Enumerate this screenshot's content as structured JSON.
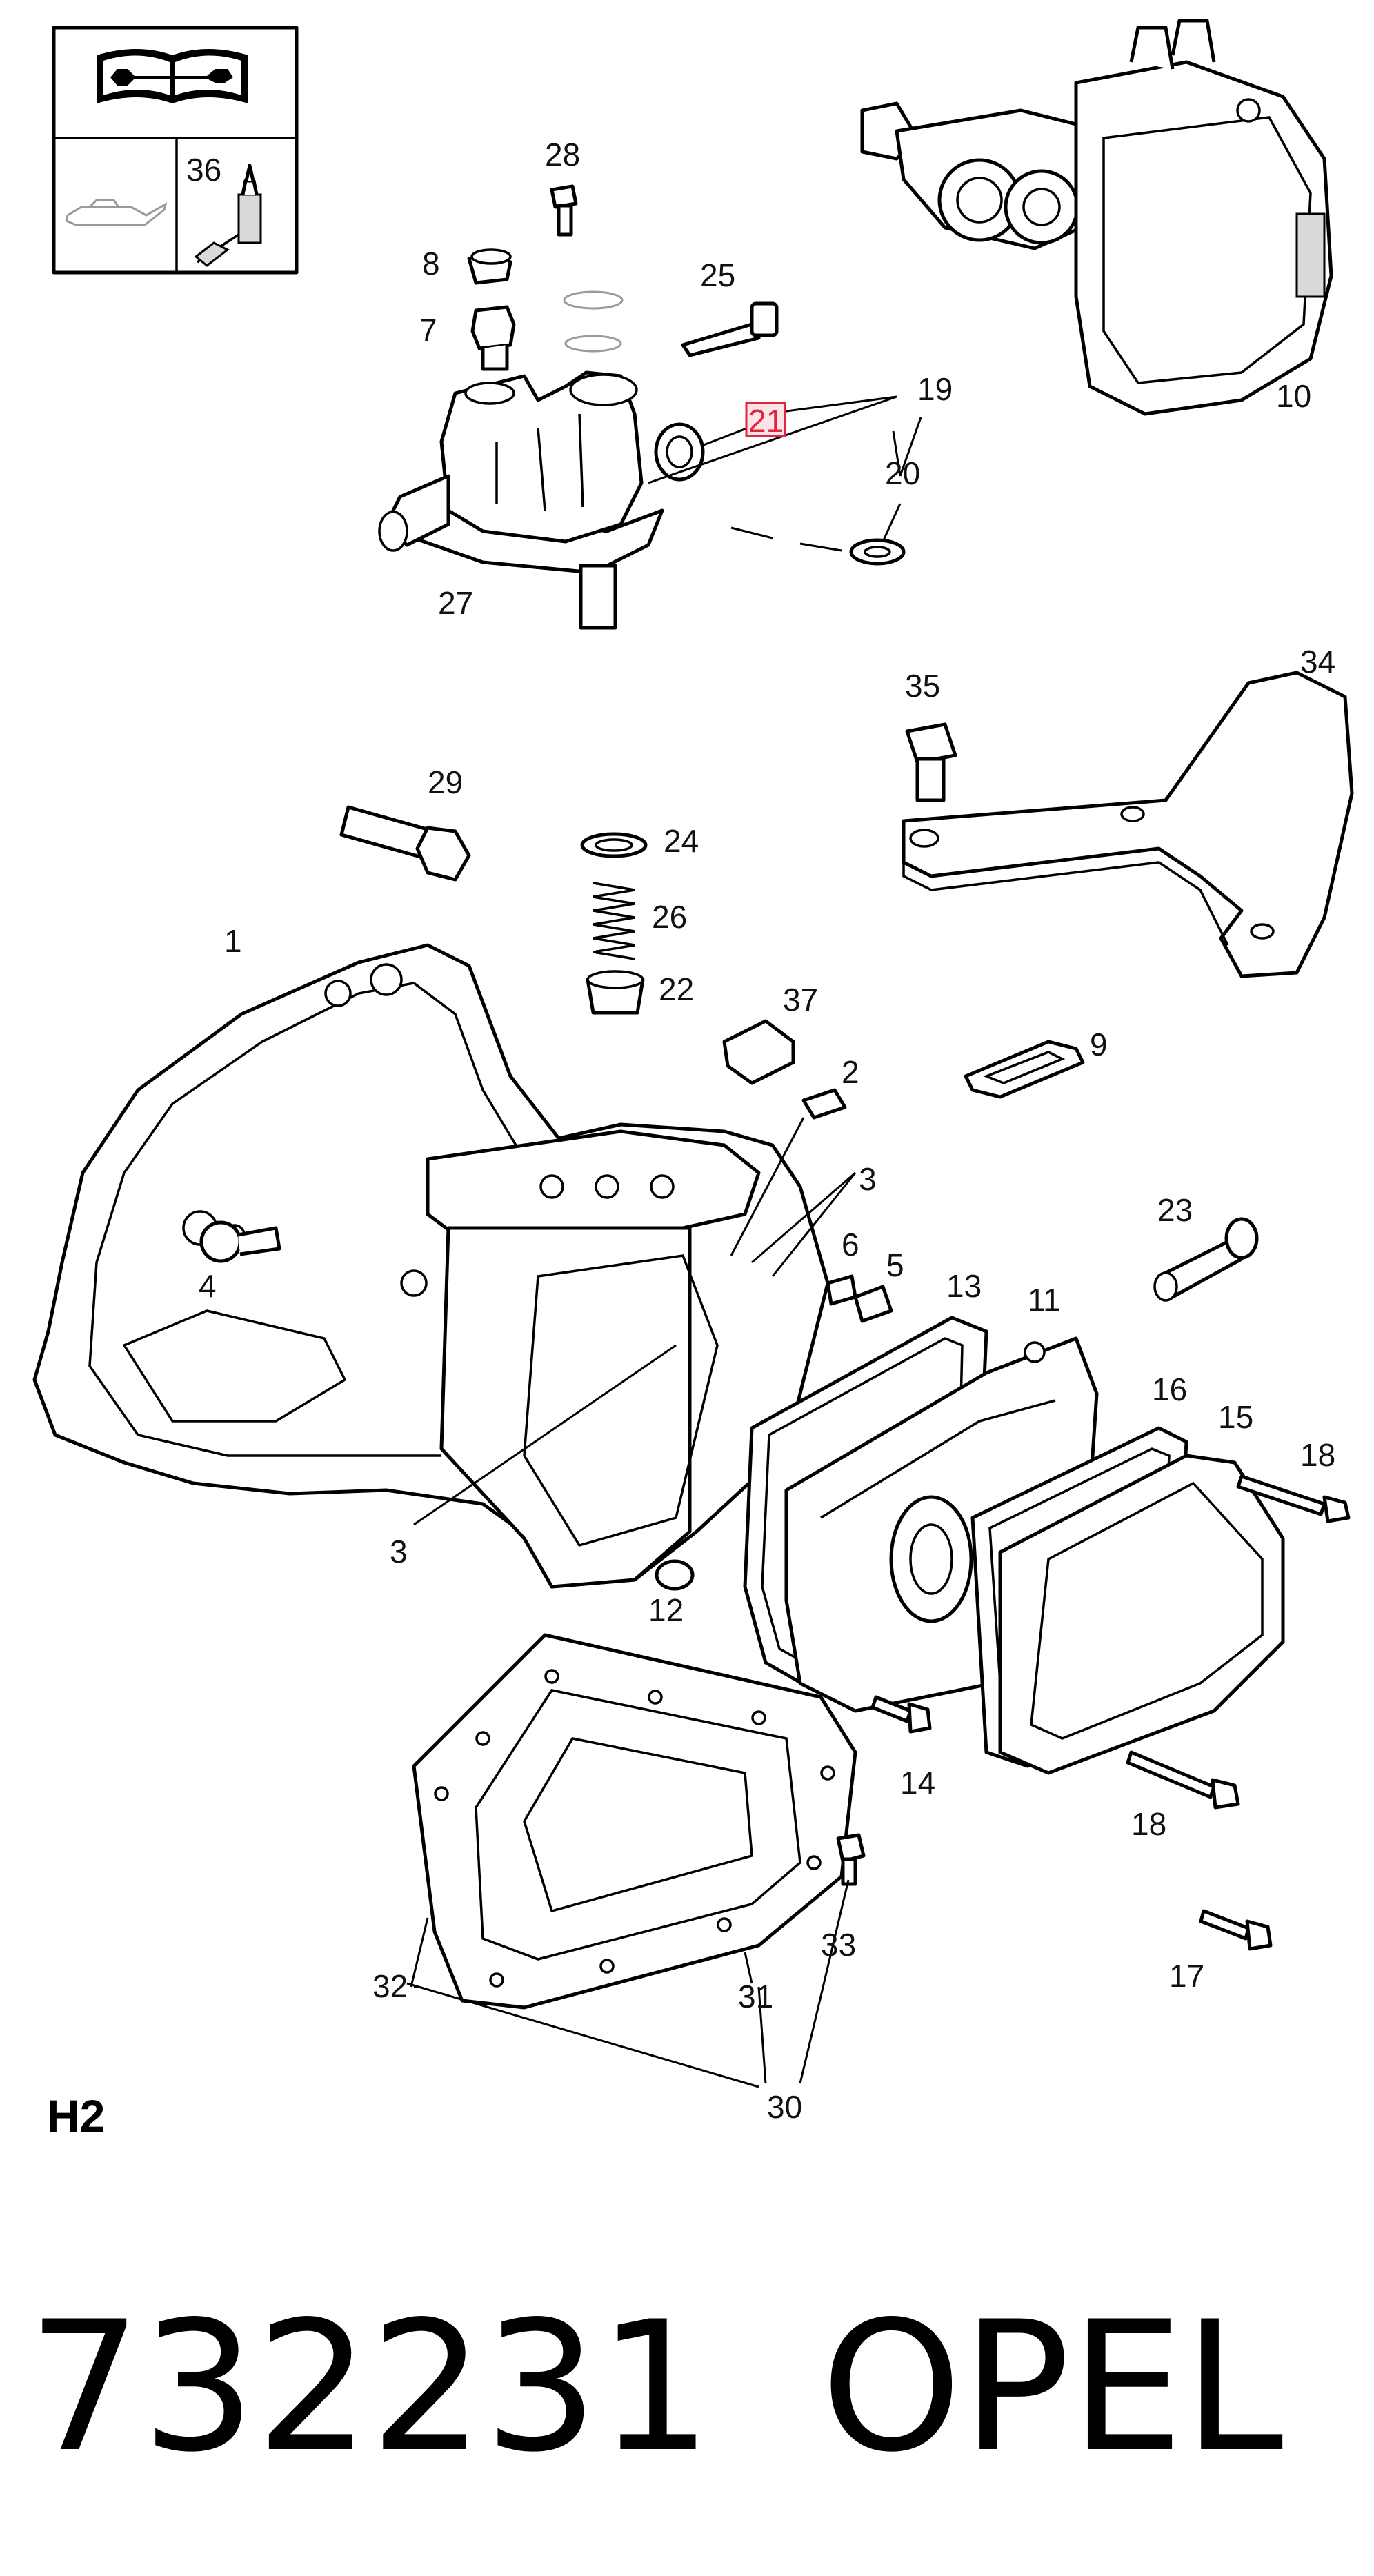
{
  "diagram": {
    "section_code": "H2",
    "part_number": "732231",
    "brand": "OPEL",
    "highlight_color": "#e0263c",
    "legend_icons": [
      "manual-book-wrench-icon",
      "oil-can-icon",
      "sealant-tube-icon"
    ],
    "legend_number": "36",
    "highlighted_callout": "21",
    "callouts": [
      "1",
      "2",
      "3",
      "3",
      "4",
      "5",
      "6",
      "7",
      "8",
      "9",
      "10",
      "11",
      "12",
      "13",
      "14",
      "15",
      "16",
      "17",
      "18",
      "18",
      "19",
      "20",
      "21",
      "22",
      "23",
      "24",
      "25",
      "26",
      "27",
      "28",
      "29",
      "30",
      "31",
      "32",
      "33",
      "34",
      "35",
      "37"
    ]
  }
}
